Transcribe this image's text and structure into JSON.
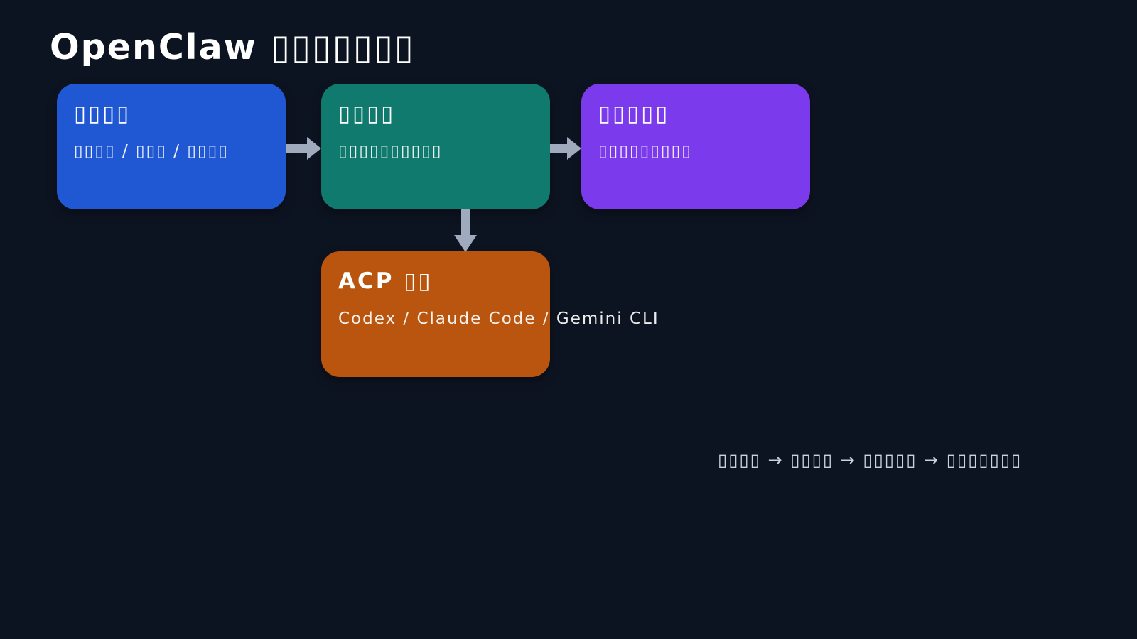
{
  "page": {
    "background": "#0d1421"
  },
  "title": {
    "text": "OpenClaw ▯▯▯▯▯▯▯"
  },
  "diagram": {
    "arrow_color": "#9fabbd",
    "nodes": [
      {
        "title": "▯▯▯▯",
        "subtitle": "▯▯▯▯ / ▯▯▯ / ▯▯▯▯",
        "color": "#2057d3"
      },
      {
        "title": "▯▯▯▯",
        "subtitle": "▯▯▯▯▯▯▯▯▯▯",
        "color": "#107a6e"
      },
      {
        "title": "▯▯▯▯▯",
        "subtitle": "▯▯▯▯▯▯▯▯▯",
        "color": "#7c3aed"
      },
      {
        "title": "ACP ▯▯",
        "subtitle": "Codex / Claude Code / Gemini CLI",
        "color": "#b9550e"
      }
    ]
  },
  "caption": {
    "text": "▯▯▯▯ → ▯▯▯▯ → ▯▯▯▯▯ → ▯▯▯▯▯▯▯",
    "color": "#c9d2e0"
  }
}
